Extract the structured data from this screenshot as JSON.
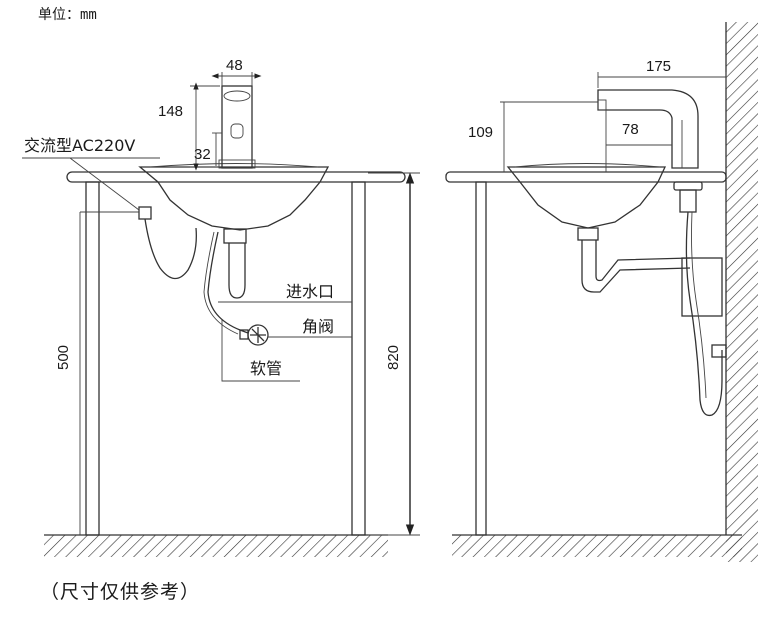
{
  "header": {
    "units": "单位：mm"
  },
  "front_view": {
    "dimensions": {
      "spout_width": "48",
      "faucet_height": "148",
      "base_height": "32",
      "floor_to_counter": "820",
      "floor_to_junction": "500"
    },
    "callouts": {
      "power": "交流型AC220V",
      "inlet": "进水口",
      "angle_valve": "角阀",
      "hose": "软管"
    }
  },
  "side_view": {
    "dimensions": {
      "reach_total": "175",
      "spout_height": "109",
      "spout_reach": "78"
    }
  },
  "footer": {
    "note": "（尺寸仅供参考）"
  }
}
